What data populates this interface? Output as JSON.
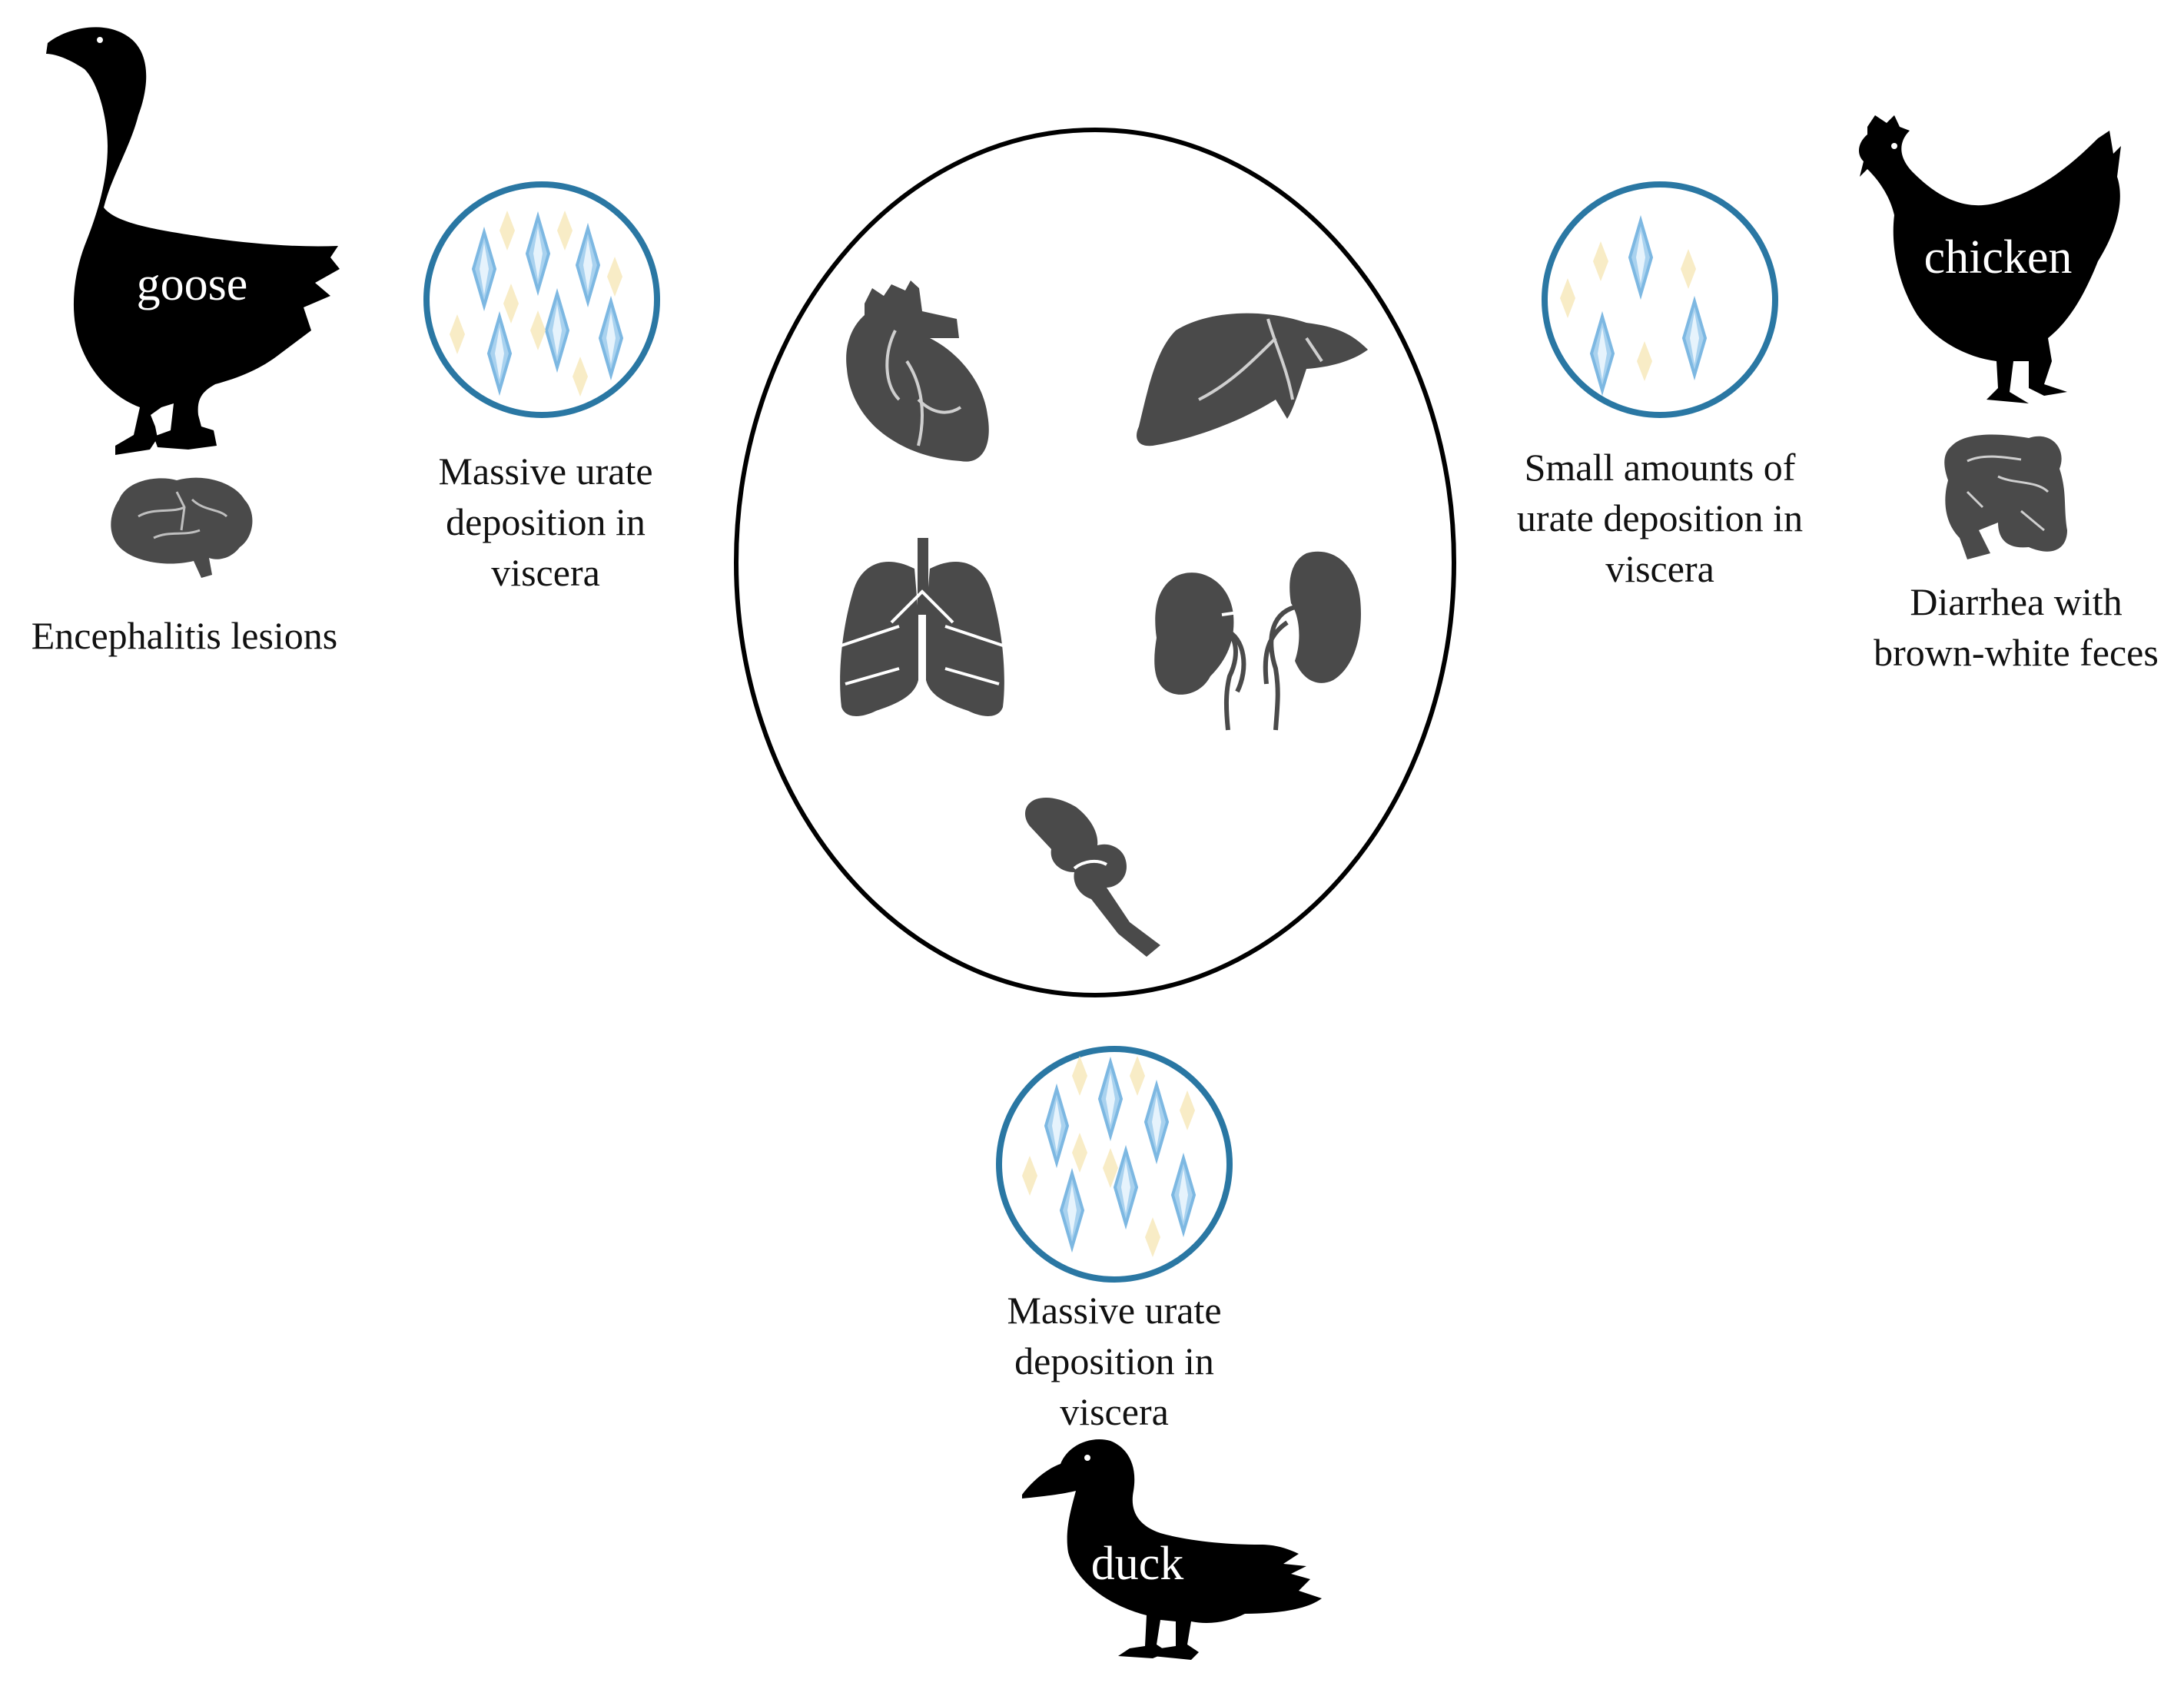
{
  "animals": {
    "goose": "goose",
    "chicken": "chicken",
    "duck": "duck"
  },
  "goose_panel": {
    "deposition": [
      "Massive urate",
      "deposition in",
      "viscera"
    ],
    "lesion": "Encephalitis lesions",
    "lesion_icon": "brain-icon"
  },
  "chicken_panel": {
    "deposition": [
      "Small amounts of",
      "urate deposition in",
      "viscera"
    ],
    "lesion": [
      "Diarrhea with",
      "brown-white feces"
    ],
    "lesion_icon": "intestine-icon"
  },
  "duck_panel": {
    "deposition": [
      "Massive urate",
      "deposition in",
      "viscera"
    ]
  },
  "center_organs": [
    "heart-icon",
    "liver-icon",
    "lungs-icon",
    "kidneys-icon",
    "joint-icon"
  ],
  "colors": {
    "silhouette": "#000000",
    "organ": "#4a4a4a",
    "circle_border": "#2a77a3",
    "crystal_blue": "#8fc3e8",
    "crystal_yellow": "#f7e9bf"
  }
}
